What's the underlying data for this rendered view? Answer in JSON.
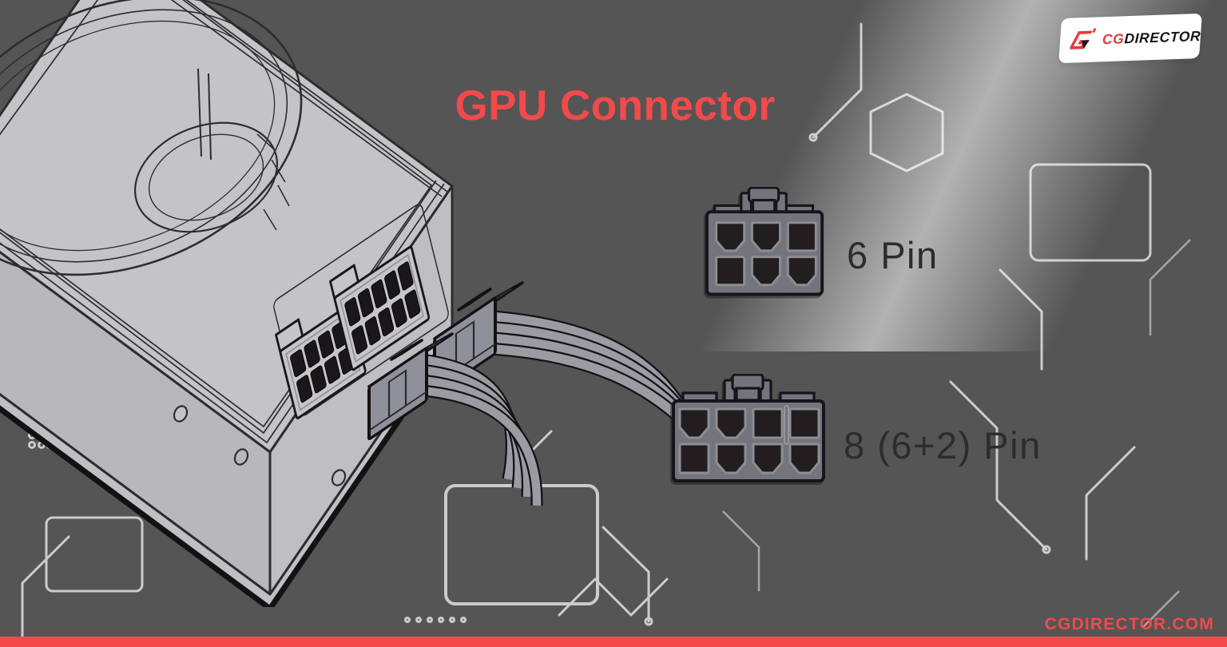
{
  "header": {
    "title": "GPU Connector"
  },
  "brand": {
    "logo_text_accent": "CG",
    "logo_text_rest": "DIRECTOR",
    "logo_icon": "cgdirector-g-icon"
  },
  "connectors": [
    {
      "id": "pin6",
      "label": "6 Pin",
      "pin_count": 6,
      "rows": 2,
      "cols": 3,
      "pin_shapes": [
        [
          "chamfer",
          "chamfer",
          "square"
        ],
        [
          "square",
          "chamfer",
          "chamfer"
        ]
      ]
    },
    {
      "id": "pin8",
      "label": "8 (6+2) Pin",
      "pin_count": 8,
      "rows": 2,
      "cols": 4,
      "split_6_2": true,
      "pin_shapes": [
        [
          "chamfer",
          "chamfer",
          "square",
          "square"
        ],
        [
          "square",
          "chamfer",
          "chamfer",
          "chamfer"
        ]
      ]
    }
  ],
  "illustration": {
    "name": "psu-with-gpu-power-cables",
    "description": "Isometric line drawing of a modular power supply with a large fan, two PCIe sockets on its side and two plugged-in GPU power cables"
  },
  "footer": {
    "website": "CGDIRECTOR.COM"
  },
  "colors": {
    "accent": "#f3494b",
    "logo-red": "#e23c3c",
    "text-dark": "#2e2b2d",
    "connector-body": "#74747c",
    "connector-outline": "#17141b",
    "pin-hole": "#221e20",
    "pin-ring": "#8d8d93",
    "psu-fill": "#c4c4c6",
    "psu-line": "#2d2d2f",
    "cable-fill": "#9b9ba2",
    "background": "#e9e8e8"
  }
}
